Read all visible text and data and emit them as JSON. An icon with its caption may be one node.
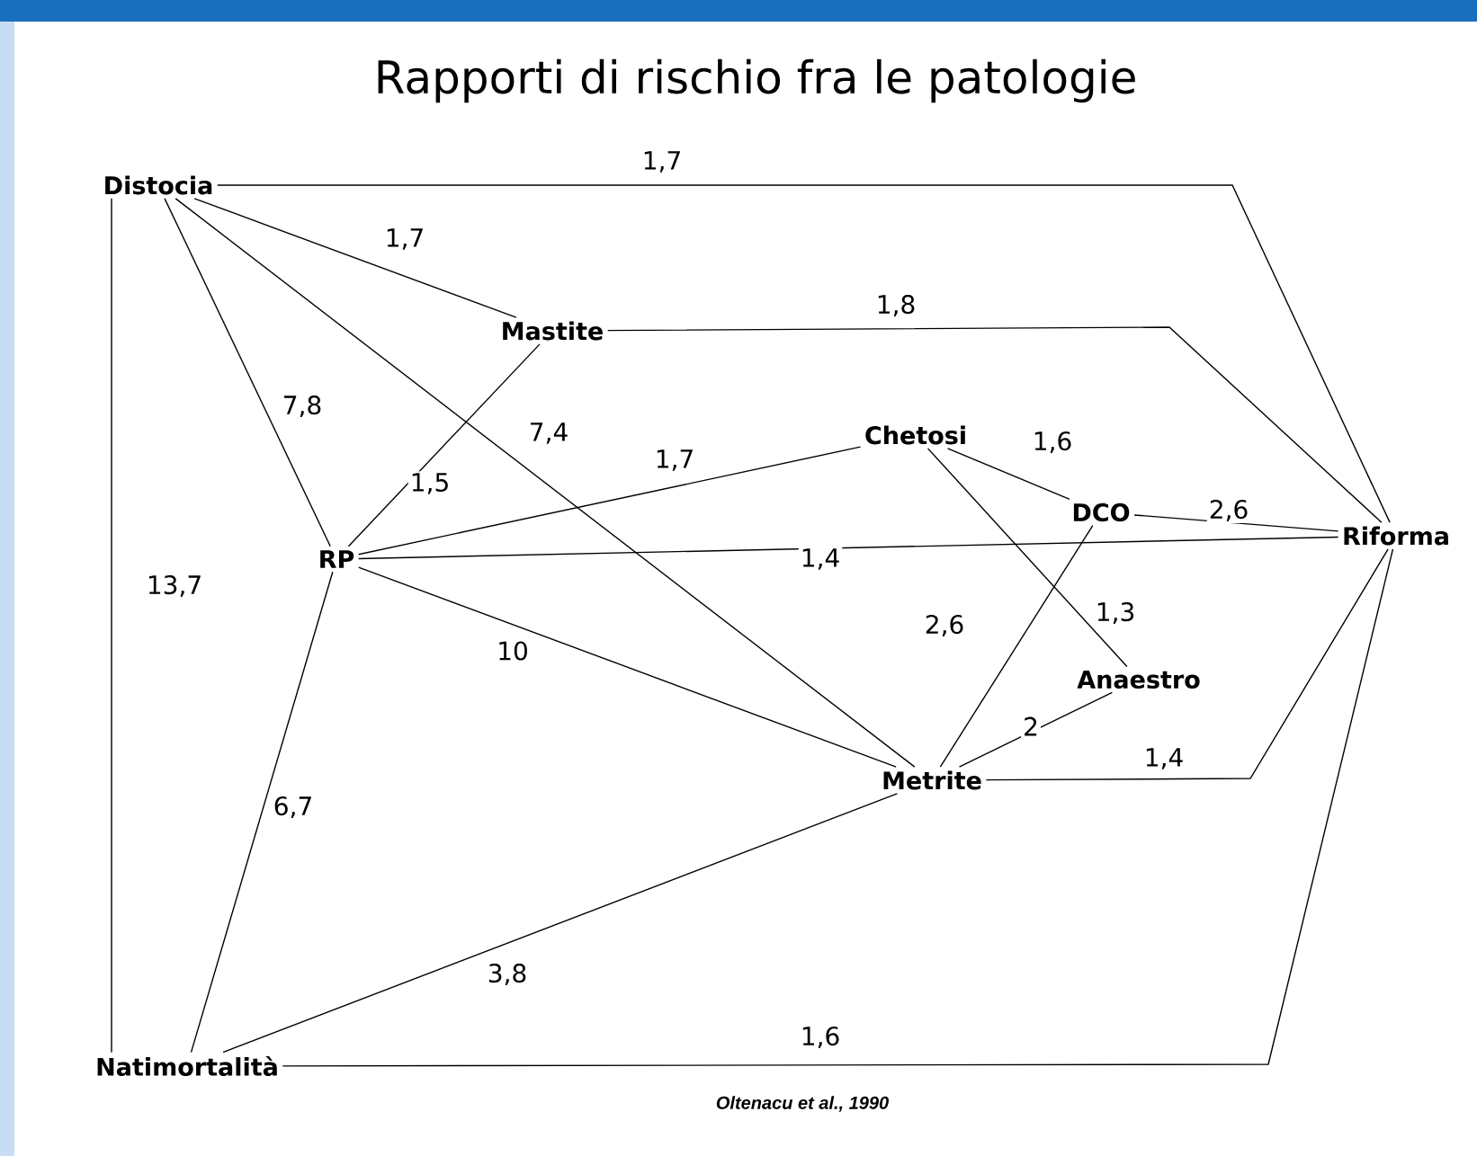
{
  "diagram": {
    "title": "Rapporti di rischio fra le patologie",
    "nodes": [
      {
        "text": [
          "Distocia"
        ]
      },
      {
        "text": [
          "Mastite"
        ]
      },
      {
        "text": [
          "Chetosi"
        ]
      },
      {
        "text": [
          "RP"
        ]
      },
      {
        "text": [
          "DCO"
        ]
      },
      {
        "text": [
          "Riforma"
        ]
      },
      {
        "text": [
          "Anaestro"
        ]
      },
      {
        "text": [
          "Metrite"
        ]
      },
      {
        "text": [
          "Natimortalità"
        ]
      }
    ],
    "edges": [
      {
        "from": 0,
        "to": 5,
        "arrow": "none",
        "label": "1,7"
      },
      {
        "from": 0,
        "to": 1,
        "arrow": "none",
        "label": "1,7"
      },
      {
        "from": 0,
        "to": 3,
        "arrow": "none",
        "label": "7,8"
      },
      {
        "from": 0,
        "to": 7,
        "arrow": "none",
        "label": "7,4"
      },
      {
        "from": 0,
        "to": 8,
        "arrow": "none",
        "label": "13,7"
      },
      {
        "from": 1,
        "to": 5,
        "arrow": "none",
        "label": "1,8"
      },
      {
        "from": 1,
        "to": 3,
        "arrow": "none",
        "label": "1,5"
      },
      {
        "from": 3,
        "to": 2,
        "arrow": "none",
        "label": "1,7"
      },
      {
        "from": 3,
        "to": 5,
        "arrow": "none",
        "label": "1,4"
      },
      {
        "from": 3,
        "to": 7,
        "arrow": "none",
        "label": "10"
      },
      {
        "from": 3,
        "to": 8,
        "arrow": "none",
        "label": "6,7"
      },
      {
        "from": 2,
        "to": 4,
        "arrow": "none",
        "label": "1,6"
      },
      {
        "from": 2,
        "to": 6,
        "arrow": "none",
        "label": "1,3"
      },
      {
        "from": 4,
        "to": 5,
        "arrow": "none",
        "label": "2,6"
      },
      {
        "from": 4,
        "to": 7,
        "arrow": "none",
        "label": "2,6"
      },
      {
        "from": 6,
        "to": 7,
        "arrow": "none",
        "label": "2"
      },
      {
        "from": 7,
        "to": 5,
        "arrow": "none",
        "label": "1,4"
      },
      {
        "from": 7,
        "to": 8,
        "arrow": "none",
        "label": "3,8"
      },
      {
        "from": 8,
        "to": 5,
        "arrow": "none",
        "label": "1,6"
      }
    ],
    "caption": "Oltenacu  et al., 1990"
  }
}
